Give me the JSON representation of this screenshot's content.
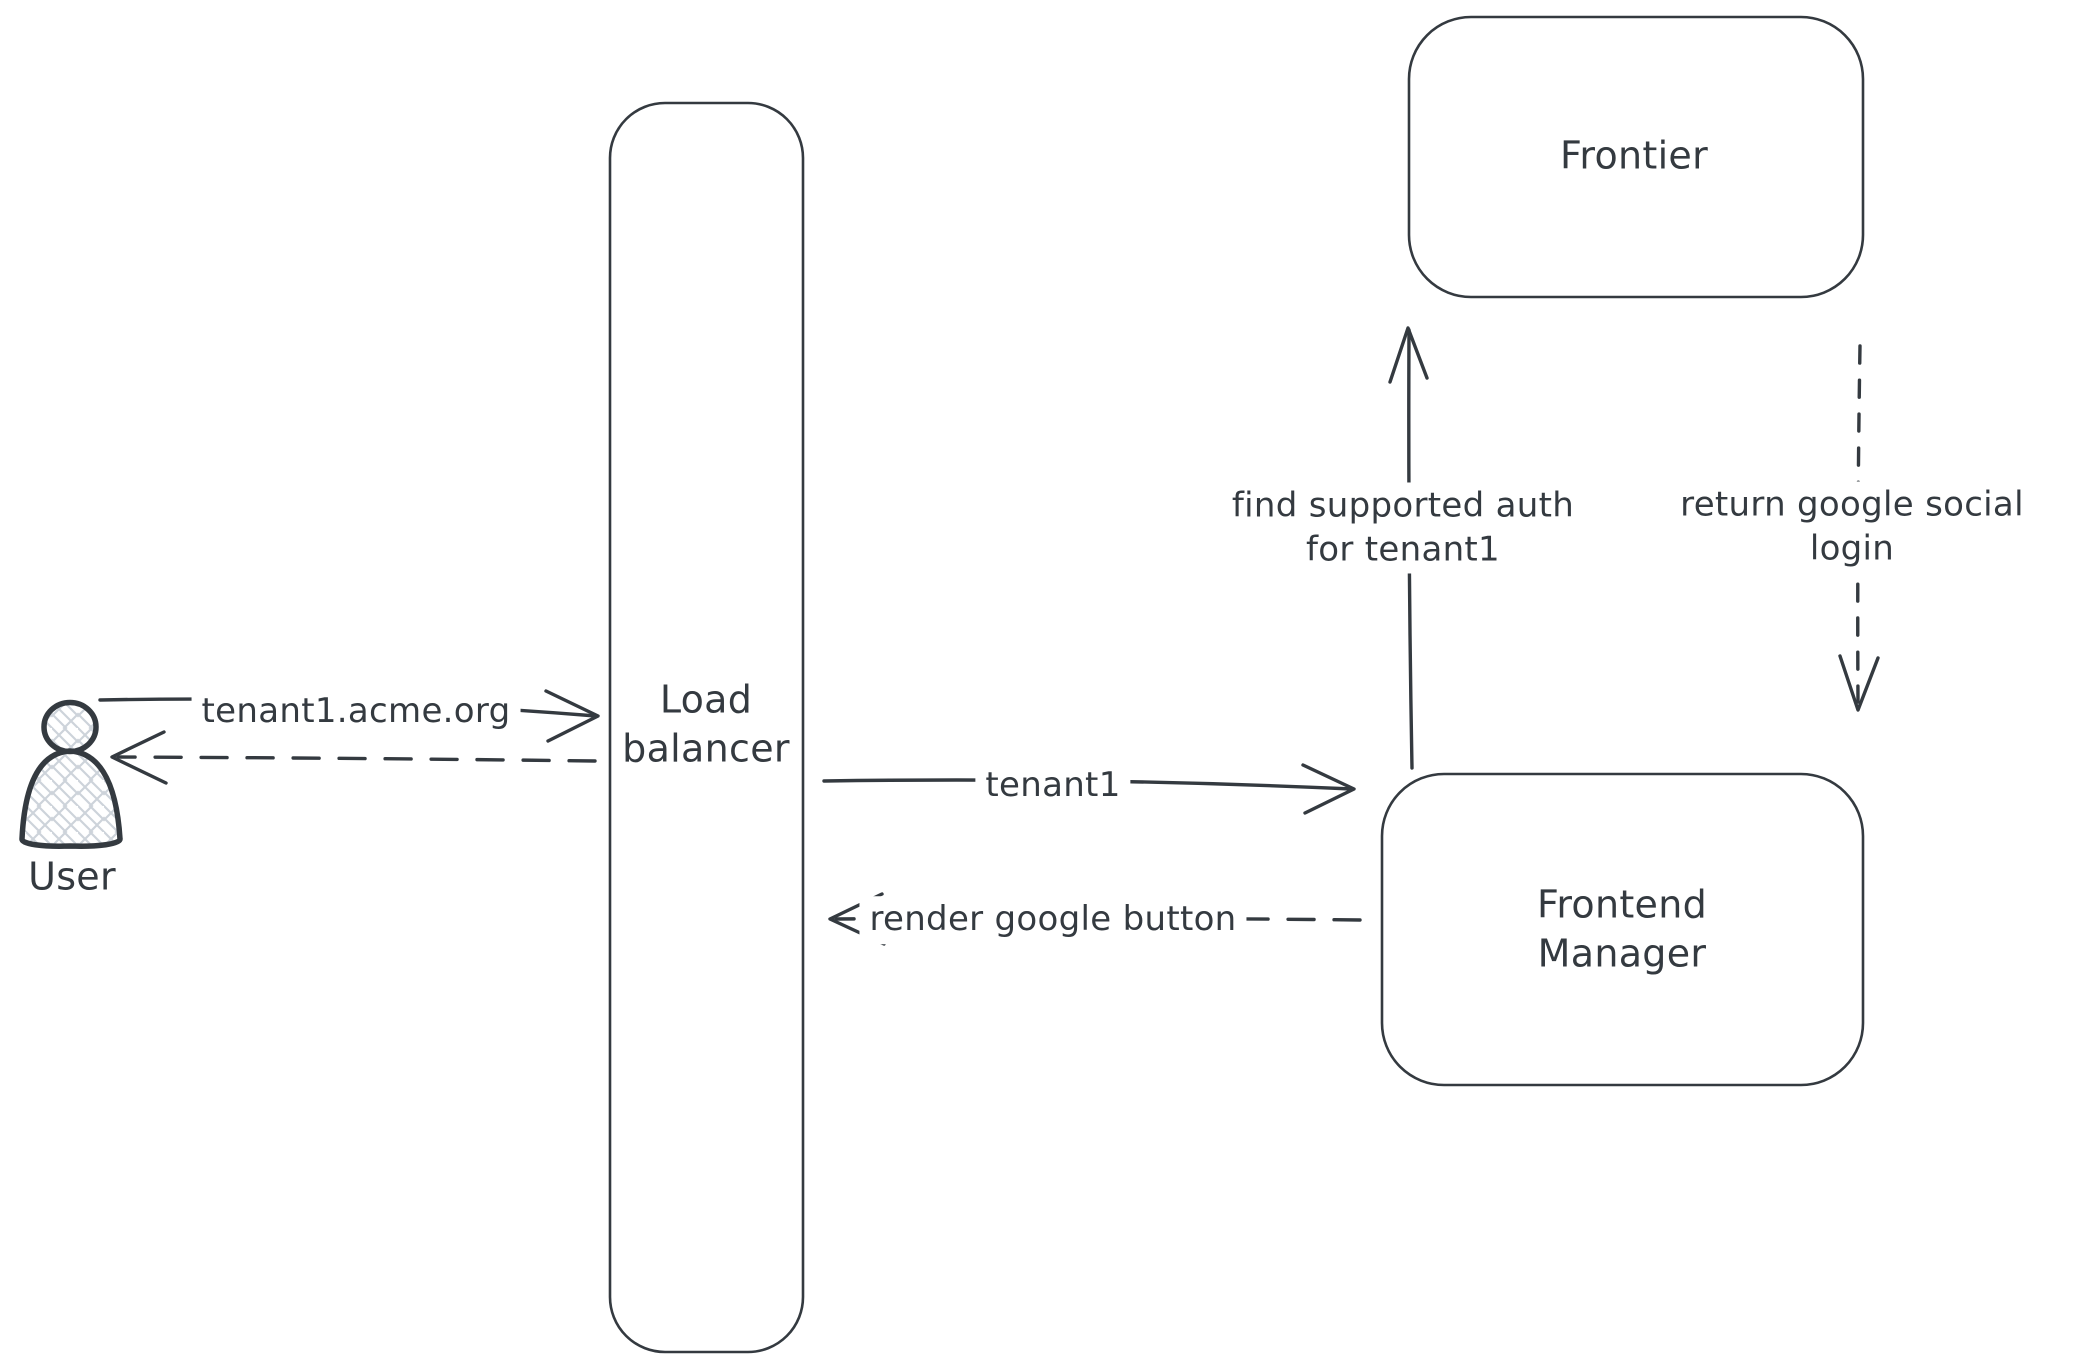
{
  "diagram": {
    "background": "#ffffff",
    "stroke_color": "#343a40",
    "hatch_color": "#cdd3da",
    "nodes": {
      "user": {
        "label": "User",
        "icon": "person-icon"
      },
      "load_balancer": {
        "label": "Load balancer",
        "line1": "Load",
        "line2": "balancer"
      },
      "frontier": {
        "label": "Frontier"
      },
      "frontend_manager": {
        "label": "Frontend Manager",
        "line1": "Frontend",
        "line2": "Manager"
      }
    },
    "edges": {
      "user_to_load_balancer": {
        "label": "tenant1.acme.org",
        "style": "solid",
        "arrow": "right"
      },
      "load_balancer_to_user": {
        "label": "",
        "style": "dashed",
        "arrow": "left"
      },
      "load_balancer_to_frontend_manager": {
        "label": "tenant1",
        "style": "solid",
        "arrow": "right"
      },
      "frontend_manager_to_load_balancer": {
        "label": "render google button",
        "style": "dashed",
        "arrow": "left"
      },
      "frontend_manager_to_frontier": {
        "label": "find supported auth for tenant1",
        "line1": "find supported auth",
        "line2": "for tenant1",
        "style": "solid",
        "arrow": "up"
      },
      "frontier_to_frontend_manager": {
        "label": "return google social login",
        "line1": "return google social",
        "line2": "login",
        "style": "dashed",
        "arrow": "down"
      }
    }
  }
}
